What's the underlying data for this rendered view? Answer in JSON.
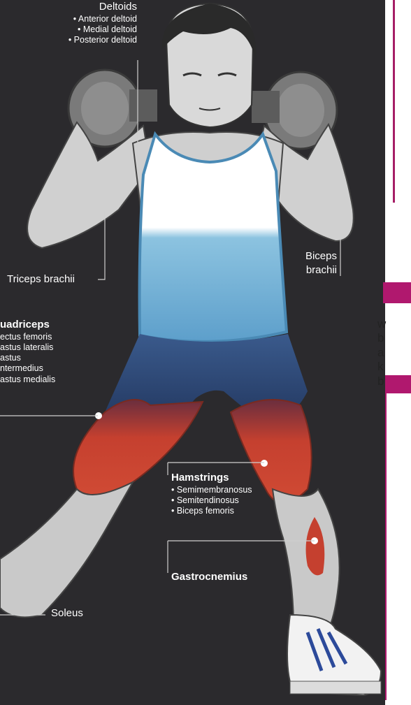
{
  "labels": {
    "deltoids": {
      "title": "Deltoids",
      "items": [
        "• Anterior deltoid",
        "• Medial deltoid",
        "• Posterior deltoid"
      ]
    },
    "triceps": "Triceps brachii",
    "biceps": [
      "Biceps",
      "brachii"
    ],
    "quadriceps": {
      "title": "uadriceps",
      "items": [
        "ectus femoris",
        "astus lateralis",
        "astus",
        "ntermedius",
        "astus medialis"
      ]
    },
    "hamstrings": {
      "title": "Hamstrings",
      "items": [
        "• Semimembranosus",
        "• Semitendinosus",
        "• Biceps femoris"
      ]
    },
    "gastrocnemius": "Gastrocnemius",
    "soleus": "Soleus"
  },
  "side_text": [
    "w",
    "b",
    "a",
    "k",
    "b"
  ],
  "colors": {
    "background": "#2b2a2d",
    "muscle": "#c0392b",
    "tank_top": "#7fb8d8",
    "shorts": "#2c4a78",
    "accent": "#b0186e",
    "skin": "#d6d6d6"
  }
}
